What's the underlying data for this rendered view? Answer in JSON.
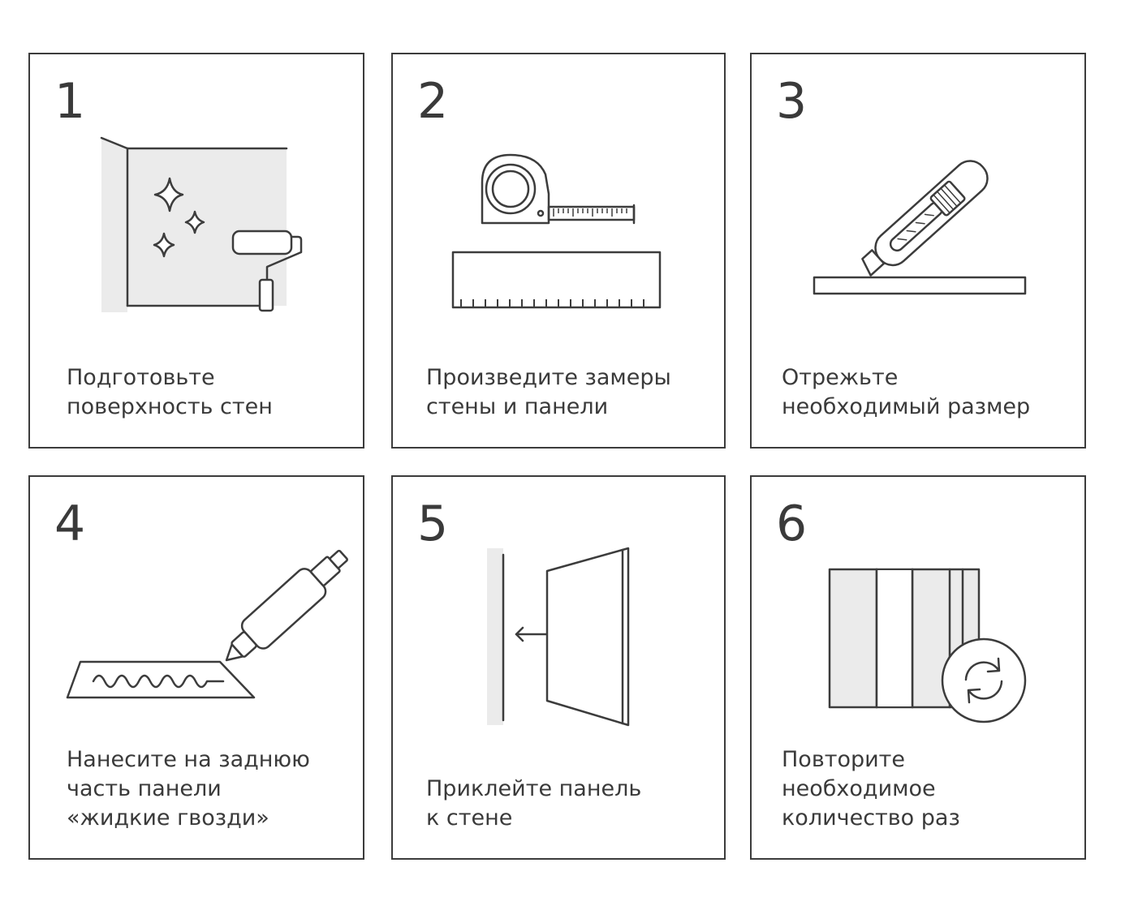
{
  "steps": [
    {
      "number": "1",
      "caption": [
        "Подготовьте",
        "поверхность стен"
      ],
      "icon": "wall-paint-roller-icon"
    },
    {
      "number": "2",
      "caption": [
        "Произведите замеры",
        "стены и панели"
      ],
      "icon": "tape-measure-ruler-icon"
    },
    {
      "number": "3",
      "caption": [
        "Отрежьте",
        "необходимый размер"
      ],
      "icon": "utility-knife-icon"
    },
    {
      "number": "4",
      "caption": [
        "Нанесите на заднюю",
        "часть панели",
        "«жидкие гвозди»"
      ],
      "icon": "glue-gun-icon"
    },
    {
      "number": "5",
      "caption": [
        "Приклейте панель",
        "к стене"
      ],
      "icon": "panel-to-wall-icon"
    },
    {
      "number": "6",
      "caption": [
        "Повторите",
        "необходимое",
        "количество раз"
      ],
      "icon": "panels-repeat-icon"
    }
  ],
  "colors": {
    "stroke": "#3c3c3c",
    "fill_light": "#ebebeb",
    "text": "#3a3a3a",
    "background": "#ffffff"
  }
}
